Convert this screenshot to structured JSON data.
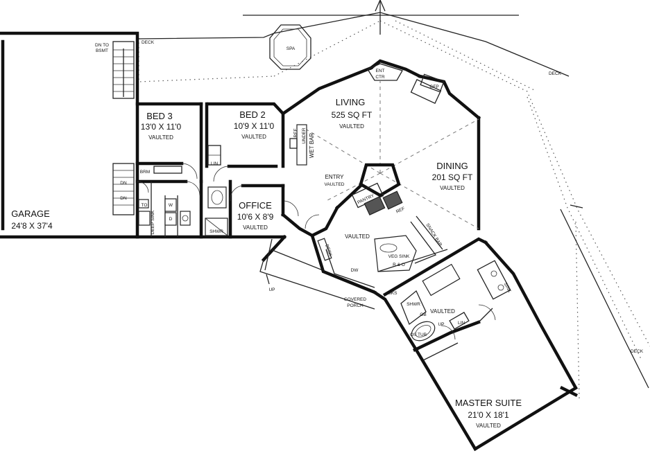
{
  "rooms": {
    "garage": {
      "name": "GARAGE",
      "dims": "24'8 X 37'4"
    },
    "bed3": {
      "name": "BED 3",
      "dims": "13'0 X 11'0",
      "note": "VAULTED"
    },
    "bed2": {
      "name": "BED 2",
      "dims": "10'9 X 11'0",
      "note": "VAULTED"
    },
    "living": {
      "name": "LIVING",
      "dims": "525 SQ FT",
      "note": "VAULTED"
    },
    "dining": {
      "name": "DINING",
      "dims": "201 SQ FT",
      "note": "VAULTED"
    },
    "office": {
      "name": "OFFICE",
      "dims": "10'6 X 8'9",
      "note": "VAULTED"
    },
    "entry": {
      "name": "ENTRY",
      "note": "VAULTED"
    },
    "kitchen": {
      "note": "VAULTED"
    },
    "master": {
      "name": "MASTER SUITE",
      "dims": "21'0 X 18'1",
      "note": "VAULTED"
    },
    "master_bath": {
      "note": "VAULTED"
    }
  },
  "labels": {
    "dn_to_bsmt_1": "DN TO",
    "dn_to_bsmt_2": "BSMT",
    "deck_top": "DECK",
    "deck_right": "DECK",
    "deck_bottom_right": "DECK",
    "spa": "SPA",
    "ent_ctr_1": "ENT",
    "ent_ctr_2": "CTR",
    "gfp": "GFP",
    "ref_1": "REF",
    "wet_bar": "WET BAR",
    "under": "UNDER",
    "lin_1": "LIN",
    "lin_2": "LIN",
    "brm": "BRM",
    "dn_1": "DN",
    "dn_2": "DN",
    "to": "TO",
    "deep_sink": "DEEP SINK",
    "w": "W",
    "d": "D",
    "shwr_1": "SHWR",
    "shwr_2": "SHWR",
    "pantry": "PANTRY",
    "ref_2": "REF",
    "desk": "DESK",
    "dw": "DW",
    "veg_sink": "VEG SINK",
    "r_and_o": "R & O",
    "snack_bar": "SNACK BAR",
    "covered_porch_1": "COVERED",
    "covered_porch_2": "PORCH",
    "up_porch": "UP",
    "sks": "SKS",
    "gb": "GB",
    "up_bath": "UP",
    "os_tub": "OS TUB",
    "sink": "SINK"
  }
}
